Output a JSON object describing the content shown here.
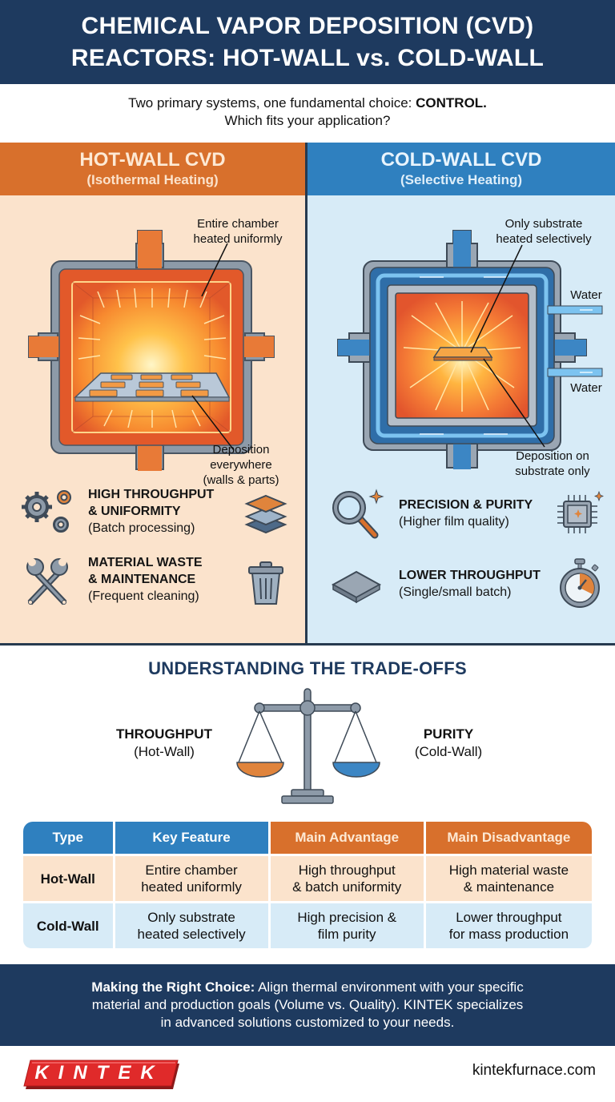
{
  "header": {
    "title_line1": "CHEMICAL VAPOR DEPOSITION (CVD)",
    "title_line2": "REACTORS: HOT-WALL vs. COLD-WALL"
  },
  "intro": {
    "line1_prefix": "Two primary systems, one fundamental choice: ",
    "line1_emphasis": "CONTROL.",
    "line2": "Which fits your application?"
  },
  "hot_wall": {
    "title": "HOT-WALL CVD",
    "subtitle": "(Isothermal Heating)",
    "accent_color": "#d8702c",
    "annotations": {
      "top_line1": "Entire chamber",
      "top_line2": "heated uniformly",
      "bottom_line1": "Deposition",
      "bottom_line2": "everywhere",
      "bottom_line3": "(walls & parts)"
    },
    "features": [
      {
        "icon": "gears-icon",
        "bold1": "HIGH THROUGHPUT",
        "bold2": "& UNIFORMITY",
        "detail": "(Batch processing)",
        "side_icon": "layers-icon"
      },
      {
        "icon": "wrenches-icon",
        "bold1": "MATERIAL WASTE",
        "bold2": "& MAINTENANCE",
        "detail": "(Frequent cleaning)",
        "side_icon": "trash-icon"
      }
    ]
  },
  "cold_wall": {
    "title": "COLD-WALL CVD",
    "subtitle": "(Selective Heating)",
    "accent_color": "#2f80bf",
    "annotations": {
      "top_line1": "Only substrate",
      "top_line2": "heated selectively",
      "water_in": "Water",
      "water_out": "Water",
      "bottom_line1": "Deposition on",
      "bottom_line2": "substrate only"
    },
    "features": [
      {
        "icon": "magnifier-icon",
        "bold1": "PRECISION & PURITY",
        "detail": "(Higher film quality)",
        "side_icon": "chip-icon"
      },
      {
        "icon": "wafer-icon",
        "bold1": "LOWER THROUGHPUT",
        "detail": "(Single/small batch)",
        "side_icon": "stopwatch-icon"
      }
    ]
  },
  "tradeoffs": {
    "title": "UNDERSTANDING THE TRADE-OFFS",
    "left_bold": "THROUGHPUT",
    "left_sub": "(Hot-Wall)",
    "right_bold": "PURITY",
    "right_sub": "(Cold-Wall)"
  },
  "table": {
    "headers": [
      "Type",
      "Key Feature",
      "Main Advantage",
      "Main Disadvantage"
    ],
    "rows": [
      {
        "type": "Hot-Wall",
        "feature_l1": "Entire chamber",
        "feature_l2": "heated uniformly",
        "adv_l1": "High throughput",
        "adv_l2": "& batch uniformity",
        "dis_l1": "High material waste",
        "dis_l2": "& maintenance"
      },
      {
        "type": "Cold-Wall",
        "feature_l1": "Only substrate",
        "feature_l2": "heated selectively",
        "adv_l1": "High precision &",
        "adv_l2": "film purity",
        "dis_l1": "Lower throughput",
        "dis_l2": "for mass production"
      }
    ]
  },
  "footer": {
    "lead": "Making the Right Choice:",
    "line1_rest": " Align thermal environment with your specific",
    "line2": "material and production goals (Volume vs. Quality). KINTEK specializes",
    "line3": "in advanced solutions customized to your needs.",
    "logo_text": "KINTEK",
    "website": "kintekfurnace.com"
  }
}
